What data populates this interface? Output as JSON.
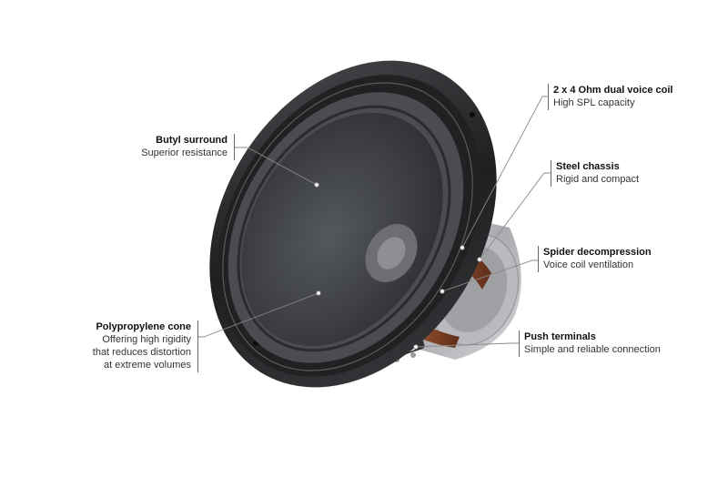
{
  "callouts": {
    "butyl": {
      "title": "Butyl surround",
      "desc": [
        "Superior resistance"
      ]
    },
    "voice_coil": {
      "title": "2 x 4 Ohm dual voice coil",
      "desc": [
        "High SPL capacity"
      ]
    },
    "chassis": {
      "title": "Steel chassis",
      "desc": [
        "Rigid and compact"
      ]
    },
    "spider": {
      "title": "Spider decompression",
      "desc": [
        "Voice coil ventilation"
      ]
    },
    "terminals": {
      "title": "Push terminals",
      "desc": [
        "Simple and reliable connection"
      ]
    },
    "cone": {
      "title": "Polypropylene cone",
      "desc": [
        "Offering high rigidity",
        "that reduces distortion",
        "at extreme volumes"
      ]
    }
  },
  "colors": {
    "leader_line": "#8a8a8a",
    "frame": "#2a2a2c",
    "cone": "#3f4144",
    "surround": "#4a4c50",
    "chassis": "#c9cacc",
    "spider_wood": "#7a3f25"
  },
  "icons": {
    "frame_bolts": "bolt-holes",
    "terminals": "push-terminal-clips"
  }
}
